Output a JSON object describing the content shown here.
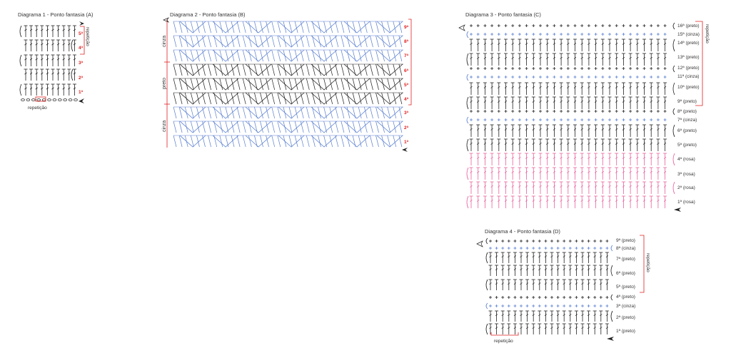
{
  "colors": {
    "black": "#222222",
    "blue": "#5a7fd0",
    "pink": "#e8609a",
    "red": "#e02020"
  },
  "d1": {
    "title": "Diagrama 1 - Ponto fantasia (A)",
    "rows": [
      "1ª",
      "2ª",
      "3ª",
      "4ª",
      "5ª"
    ],
    "repeat_bottom": "repetição",
    "repeat_side": "repetição"
  },
  "d2": {
    "title": "Diagrama 2 - Ponto fantasia (B)",
    "rows": [
      "1ª",
      "2ª",
      "3ª",
      "4ª",
      "5ª",
      "6ª",
      "7ª",
      "8ª",
      "9ª"
    ],
    "bands": [
      "cinza",
      "preto",
      "cinza"
    ]
  },
  "d3": {
    "title": "Diagrama 3 - Ponto fantasia (C)",
    "rows": [
      "1ª (rosa)",
      "2ª (rosa)",
      "3ª (rosa)",
      "4ª (rosa)",
      "5ª (preto)",
      "6ª (preto)",
      "7ª (cinza)",
      "8ª (preto)",
      "9ª (preto)",
      "10ª (preto)",
      "11ª (cinza)",
      "12ª (preto)",
      "13ª (preto)",
      "14ª (preto)",
      "15ª (cinza)",
      "16ª (preto)"
    ],
    "repeat_side": "repetição"
  },
  "d4": {
    "title": "Diagrama 4 - Ponto fantasia (D)",
    "rows": [
      "1ª (preto)",
      "2ª (preto)",
      "3ª (cinza)",
      "4ª (preto)",
      "5ª (preto)",
      "6ª (preto)",
      "7ª (preto)",
      "8ª (cinza)",
      "9ª (preto)"
    ],
    "repeat_bottom": "repetição",
    "repeat_side": "repetição"
  }
}
